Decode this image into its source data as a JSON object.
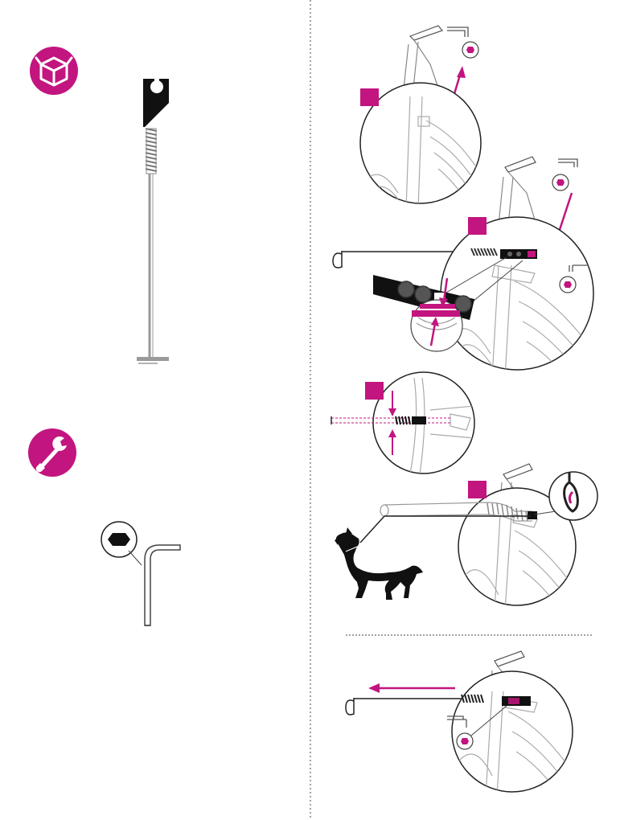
{
  "colors": {
    "accent": "#c2157f",
    "ink": "#111111",
    "line": "#222222",
    "grey": "#9a9a9a",
    "light": "#c8c8c8"
  },
  "left_panel": {
    "package_icon": "box-icon",
    "tools_icon": "wrench-icon",
    "tool_item": "leash-anchor-tool",
    "tool_hex": "hex-key-icon"
  },
  "right_panel": {
    "steps": [
      {
        "badge": "step-1",
        "action": "remove-bolt"
      },
      {
        "badge": "step-2",
        "action": "insert-anchor"
      },
      {
        "badge": "step-3",
        "action": "clamp-anchor"
      },
      {
        "badge": "step-4",
        "action": "attach-leash"
      },
      {
        "badge": "step-5",
        "action": "remove-anchor"
      }
    ]
  }
}
